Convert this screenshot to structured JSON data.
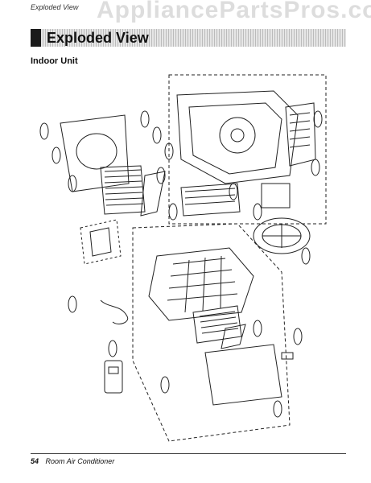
{
  "header": {
    "running_head": "Exploded View",
    "watermark": "AppliancePartsPros.com",
    "title": "Exploded View"
  },
  "section": {
    "subtitle": "Indoor Unit"
  },
  "footer": {
    "page_number": "54",
    "label": "Room Air Conditioner"
  }
}
